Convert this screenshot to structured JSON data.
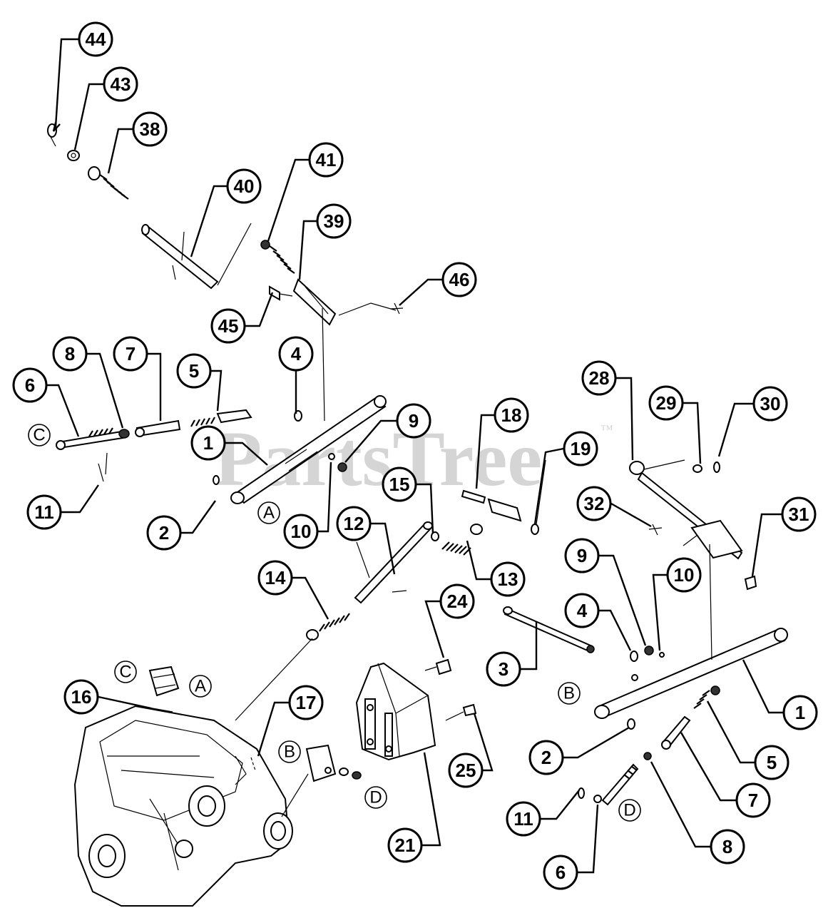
{
  "watermark": {
    "text": "PartsTree",
    "trademark": "™"
  },
  "callouts": [
    {
      "id": "c44",
      "label": "44"
    },
    {
      "id": "c43",
      "label": "43"
    },
    {
      "id": "c38",
      "label": "38"
    },
    {
      "id": "c40",
      "label": "40"
    },
    {
      "id": "c41",
      "label": "41"
    },
    {
      "id": "c39",
      "label": "39"
    },
    {
      "id": "c46",
      "label": "46"
    },
    {
      "id": "c45",
      "label": "45"
    },
    {
      "id": "c8a",
      "label": "8"
    },
    {
      "id": "c7a",
      "label": "7"
    },
    {
      "id": "c5a",
      "label": "5"
    },
    {
      "id": "c6a",
      "label": "6"
    },
    {
      "id": "c4a",
      "label": "4"
    },
    {
      "id": "c1a",
      "label": "1"
    },
    {
      "id": "c9a",
      "label": "9"
    },
    {
      "id": "c11a",
      "label": "11"
    },
    {
      "id": "c2a",
      "label": "2"
    },
    {
      "id": "c10a",
      "label": "10"
    },
    {
      "id": "c18",
      "label": "18"
    },
    {
      "id": "c19",
      "label": "19"
    },
    {
      "id": "c15",
      "label": "15"
    },
    {
      "id": "c12",
      "label": "12"
    },
    {
      "id": "c13",
      "label": "13"
    },
    {
      "id": "c14",
      "label": "14"
    },
    {
      "id": "c24",
      "label": "24"
    },
    {
      "id": "c16",
      "label": "16"
    },
    {
      "id": "c17",
      "label": "17"
    },
    {
      "id": "c25",
      "label": "25"
    },
    {
      "id": "c21",
      "label": "21"
    },
    {
      "id": "c28",
      "label": "28"
    },
    {
      "id": "c29",
      "label": "29"
    },
    {
      "id": "c30",
      "label": "30"
    },
    {
      "id": "c32",
      "label": "32"
    },
    {
      "id": "c31",
      "label": "31"
    },
    {
      "id": "c9b",
      "label": "9"
    },
    {
      "id": "c10b",
      "label": "10"
    },
    {
      "id": "c4b",
      "label": "4"
    },
    {
      "id": "c3",
      "label": "3"
    },
    {
      "id": "c1b",
      "label": "1"
    },
    {
      "id": "c2b",
      "label": "2"
    },
    {
      "id": "c5b",
      "label": "5"
    },
    {
      "id": "c7b",
      "label": "7"
    },
    {
      "id": "c11b",
      "label": "11"
    },
    {
      "id": "c8b",
      "label": "8"
    },
    {
      "id": "c6b",
      "label": "6"
    }
  ],
  "reference_marks": [
    {
      "id": "rC1",
      "label": "C"
    },
    {
      "id": "rA1",
      "label": "A"
    },
    {
      "id": "rC2",
      "label": "C"
    },
    {
      "id": "rA2",
      "label": "A"
    },
    {
      "id": "rB1",
      "label": "B"
    },
    {
      "id": "rD1",
      "label": "D"
    },
    {
      "id": "rB2",
      "label": "B"
    },
    {
      "id": "rD2",
      "label": "D"
    }
  ]
}
